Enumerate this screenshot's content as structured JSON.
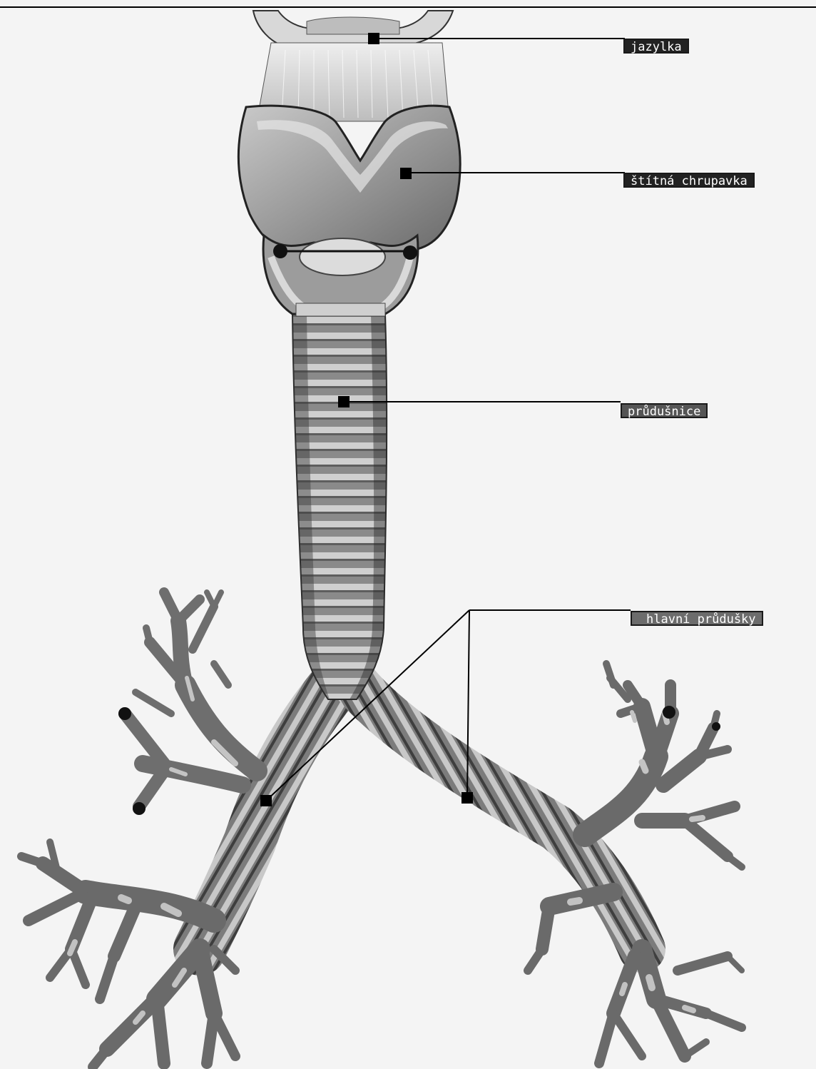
{
  "labels": {
    "hyoid": "jazylka",
    "thyroid": "štítná chrupavka",
    "trachea": "průdušnice",
    "bronchi": "hlavní průdušky"
  },
  "colors": {
    "background": "#f4f4f4",
    "label_dark": "#222222",
    "label_mid": "#555555",
    "label_gray": "#6c6c6c",
    "leader": "#000000"
  }
}
